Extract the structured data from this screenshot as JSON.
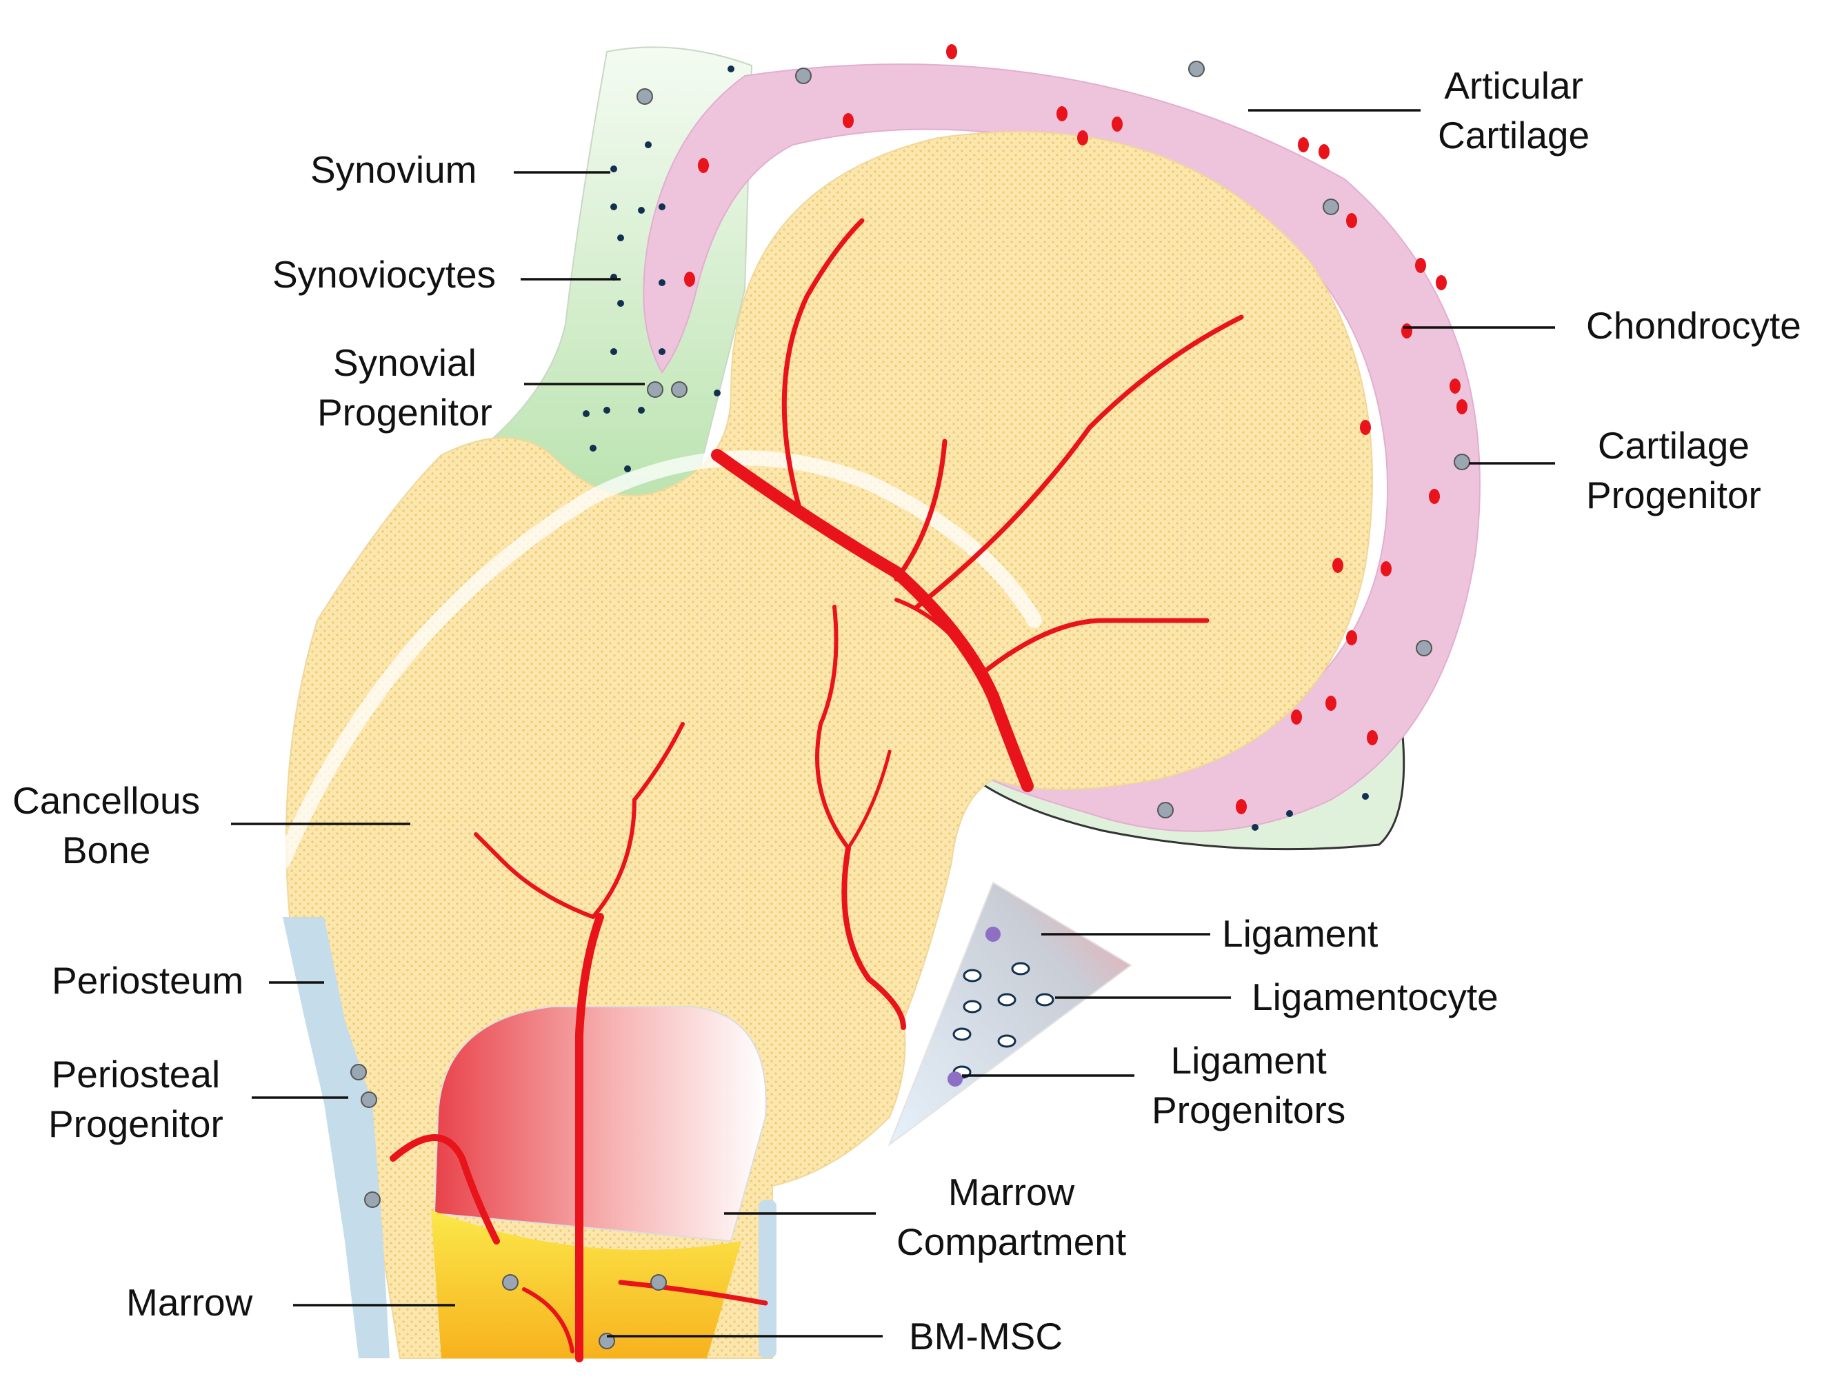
{
  "labels": {
    "articular_cartilage": [
      "Articular",
      "Cartilage"
    ],
    "synovium": "Synovium",
    "synoviocytes": "Synoviocytes",
    "synovial_progenitor": [
      "Synovial",
      "Progenitor"
    ],
    "chondrocyte": "Chondrocyte",
    "cartilage_progenitor": [
      "Cartilage",
      "Progenitor"
    ],
    "cancellous_bone": [
      "Cancellous",
      "Bone"
    ],
    "periosteum": "Periosteum",
    "periosteal_progenitor": [
      "Periosteal",
      "Progenitor"
    ],
    "ligament": "Ligament",
    "ligamentocyte": "Ligamentocyte",
    "ligament_progenitors": [
      "Ligament",
      "Progenitors"
    ],
    "marrow_compartment": [
      "Marrow",
      "Compartment"
    ],
    "marrow": "Marrow",
    "bm_msc": "BM-MSC"
  },
  "colors": {
    "bone": "#fbe7b0",
    "cartilage": "#eec3dc",
    "synovium": "#cdebc6",
    "vessel": "#e8131b",
    "periosteum": "#c5dceb",
    "marrow": "#fbe022",
    "cell_nucleus": "#12304f"
  }
}
